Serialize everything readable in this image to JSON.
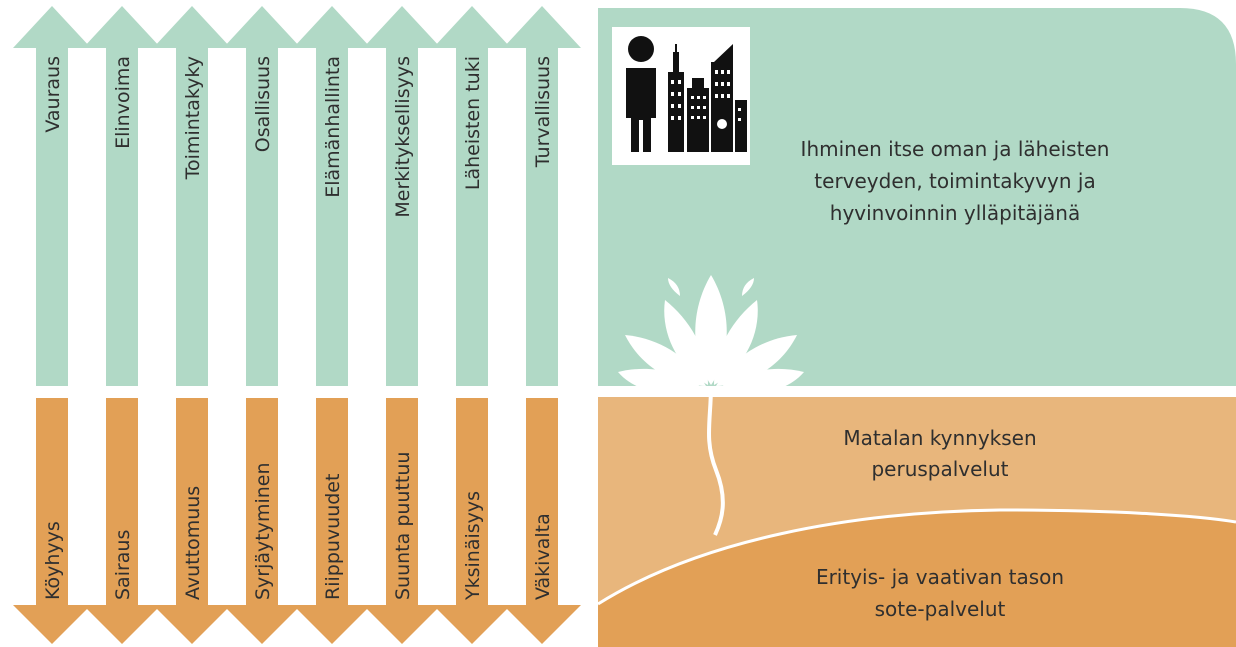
{
  "colors": {
    "green": "#b1d9c6",
    "orange_light": "#e8b67c",
    "orange_dark": "#e2a056",
    "white": "#ffffff",
    "text": "#2f2f2f"
  },
  "columns": [
    {
      "positive": "Vauraus",
      "negative": "Köyhyys"
    },
    {
      "positive": "Elinvoima",
      "negative": "Sairaus"
    },
    {
      "positive": "Toimintakyky",
      "negative": "Avuttomuus"
    },
    {
      "positive": "Osallisuus",
      "negative": "Syrjäytyminen"
    },
    {
      "positive": "Elämänhallinta",
      "negative": "Riippuvuudet"
    },
    {
      "positive": "Merkityksellisyys",
      "negative": "Suunta puuttuu"
    },
    {
      "positive": "Läheisten tuki",
      "negative": "Yksinäisyys"
    },
    {
      "positive": "Turvallisuus",
      "negative": "Väkivalta"
    }
  ],
  "panel": {
    "top_lines": [
      "Ihminen itse oman ja läheisten",
      "terveyden, toimintakyvyn ja",
      "hyvinvoinnin ylläpitäjänä"
    ],
    "middle_lines": [
      "Matalan kynnyksen",
      "peruspalvelut"
    ],
    "bottom_lines": [
      "Erityis- ja vaativan tason",
      "sote-palvelut"
    ]
  },
  "icons": {
    "person_city": "person-city-icon",
    "lotus": "lotus-flower-icon"
  }
}
